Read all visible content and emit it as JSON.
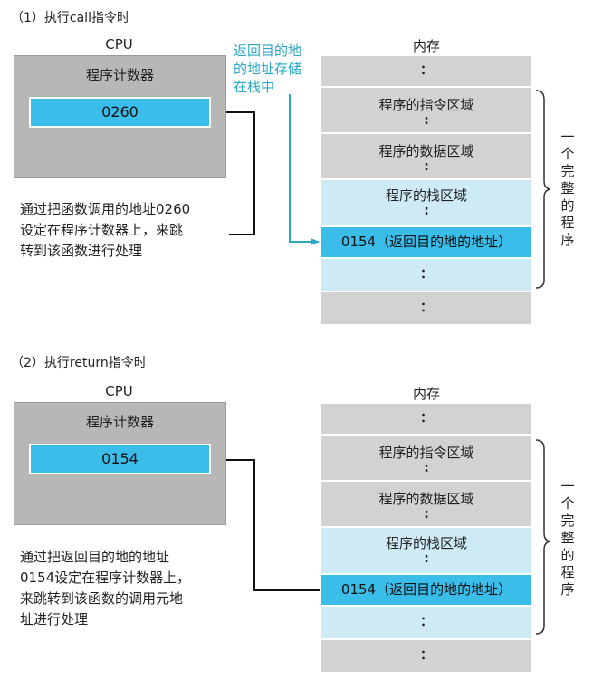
{
  "section1": {
    "title": "（1）执行call指令时",
    "cpu_title": "CPU",
    "cpu_label": "程序计数器",
    "register_value": "0260",
    "memory_title": "内存",
    "memory": [
      "：",
      "程序的指令区域",
      "程序的数据区域",
      "程序的栈区域",
      "0154（返回目的地的地址）",
      "：",
      "："
    ],
    "desc_lines": [
      "通过把函数调用的地址0260",
      "设定在程序计数器上，来跳",
      "转到该函数进行处理"
    ],
    "note_lines": [
      "返回目的地",
      "的地址存储",
      "在栈中"
    ],
    "brace_label": [
      "一",
      "个",
      "完",
      "整",
      "的",
      "程",
      "序"
    ]
  },
  "section2": {
    "title": "（2）执行return指令时",
    "cpu_title": "CPU",
    "cpu_label": "程序计数器",
    "register_value": "0154",
    "memory_title": "内存",
    "memory": [
      "：",
      "程序的指令区域",
      "程序的数据区域",
      "程序的栈区域",
      "0154（返回目的地的地址）",
      "：",
      "："
    ],
    "desc_lines": [
      "通过把返回目的地的地址",
      "0154设定在程序计数器上，",
      "来跳转到该函数的调用元地",
      "址进行处理"
    ],
    "brace_label": [
      "一",
      "个",
      "完",
      "整",
      "的",
      "程",
      "序"
    ]
  },
  "colors": {
    "register": "#3bbdea",
    "cpu_box": "#b7b7b7",
    "memory_gray": "#d2d2d2",
    "memory_light": "#cdeaf5",
    "note": "#2aa7c6"
  }
}
